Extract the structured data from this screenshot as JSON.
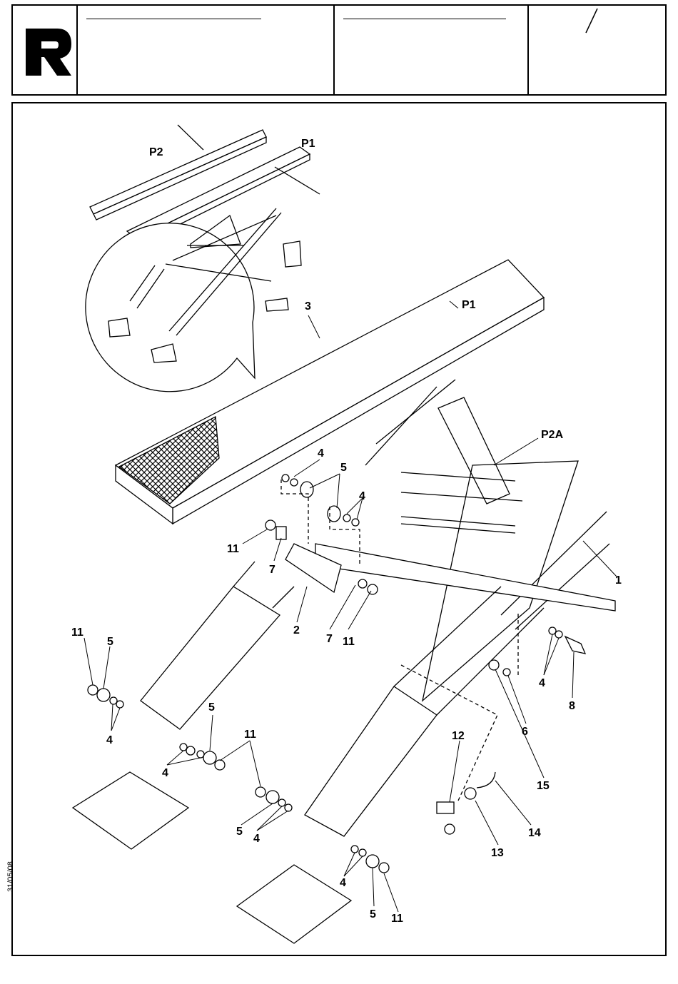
{
  "header": {
    "logo_icon": "stylized-R-logo-icon",
    "sheet_mark": "/"
  },
  "side_date": "31/05/08",
  "diagram": {
    "labels": {
      "p2": "P2",
      "p1_top": "P1",
      "p1_runway": "P1",
      "n3": "3",
      "p2a": "P2A",
      "n4_a": "4",
      "n5_a": "5",
      "n4_b": "4",
      "n11_a": "11",
      "n7_a": "7",
      "n1": "1",
      "n2": "2",
      "n7_b": "7",
      "n11_b": "11",
      "n11_c": "11",
      "n5_b": "5",
      "n4_c": "4",
      "n4_d": "4",
      "n8": "8",
      "n6": "6",
      "n15": "15",
      "n5_c": "5",
      "n4_e": "4",
      "n11_d": "11",
      "n12": "12",
      "n5_d": "5",
      "n4_f": "4",
      "n14": "14",
      "n13": "13",
      "n4_g": "4",
      "n5_e": "5",
      "n11_e": "11"
    }
  }
}
